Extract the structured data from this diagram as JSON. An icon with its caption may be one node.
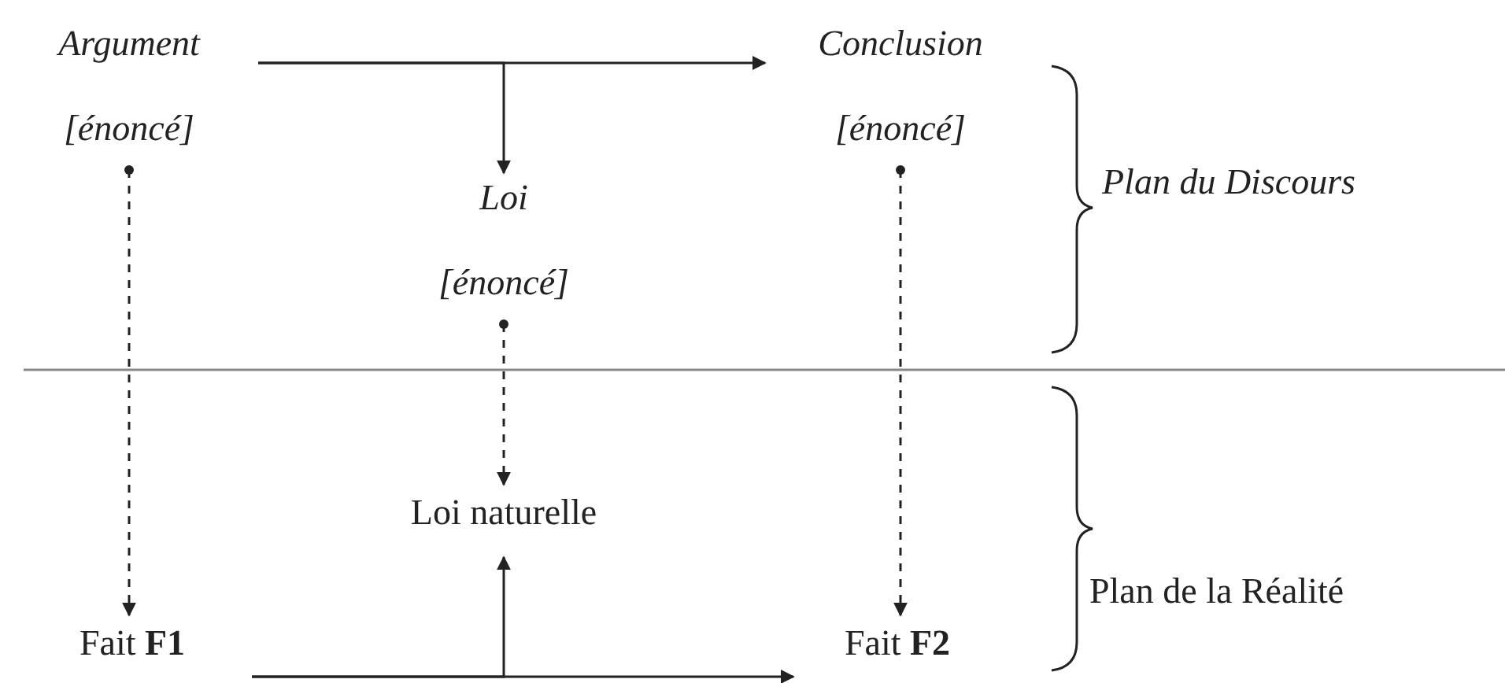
{
  "diagram": {
    "nodes": [
      {
        "text": [
          "Argument",
          "[énoncé]"
        ]
      },
      {
        "text": [
          "Conclusion",
          "[énoncé]"
        ]
      },
      {
        "text": [
          "Loi",
          "[énoncé]"
        ]
      },
      {
        "text": [
          "Loi naturelle"
        ]
      },
      {
        "text": [
          "Fait **F1**"
        ]
      },
      {
        "text": [
          "Fait **F2**"
        ]
      }
    ],
    "edges": [
      {
        "from": 0,
        "to": 1,
        "arrow": "to"
      },
      {
        "from": 0,
        "to": 2,
        "arrow": "to"
      },
      {
        "from": 0,
        "to": 4,
        "arrow": "to",
        "style": "dashed"
      },
      {
        "from": 2,
        "to": 3,
        "arrow": "to",
        "style": "dashed"
      },
      {
        "from": 1,
        "to": 5,
        "arrow": "to",
        "style": "dashed"
      },
      {
        "from": 4,
        "to": 5,
        "arrow": "to"
      },
      {
        "from": 4,
        "to": 3,
        "arrow": "to"
      }
    ],
    "labels": [
      "Plan du Discours",
      "Plan de la Réalité"
    ]
  }
}
